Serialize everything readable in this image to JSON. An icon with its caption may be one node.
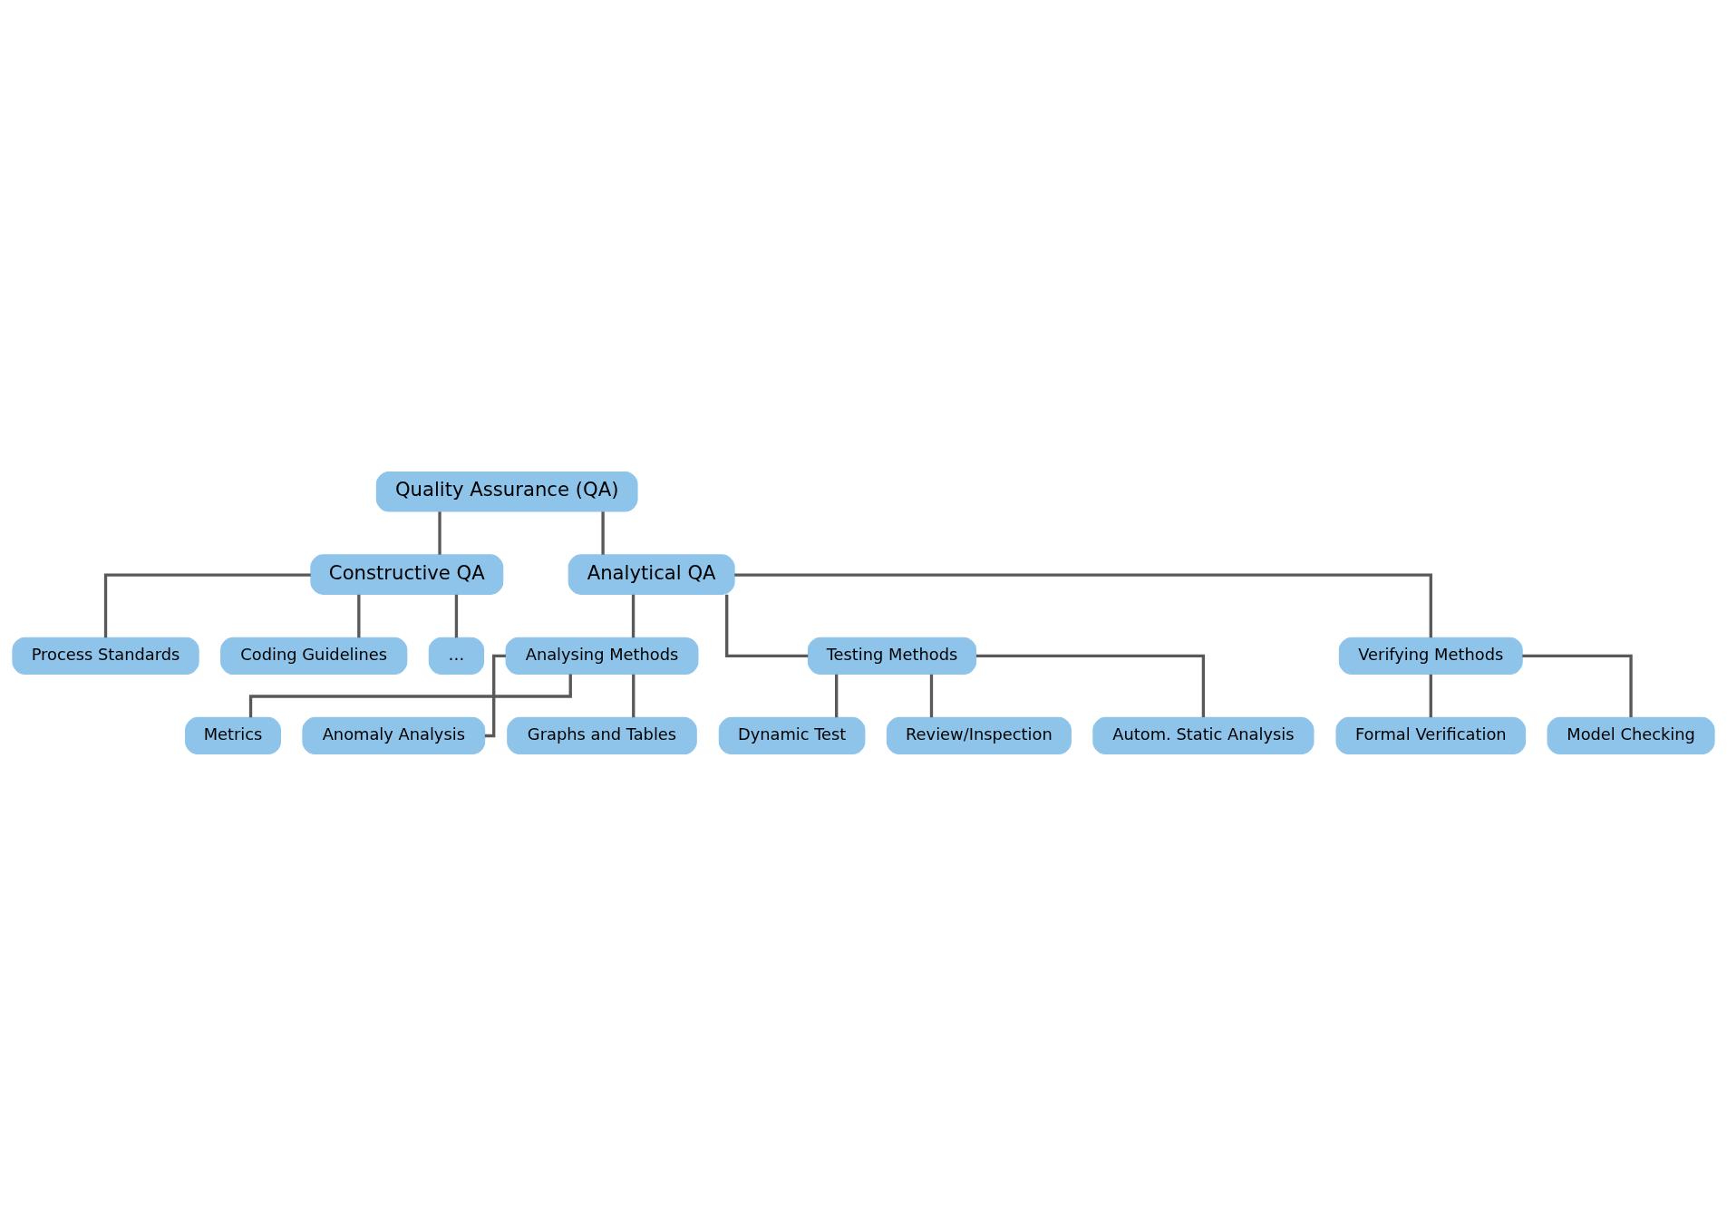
{
  "diagram": {
    "nodes": [
      {
        "text": [
          "Quality Assurance (QA)"
        ]
      },
      {
        "text": [
          "Constructive QA"
        ]
      },
      {
        "text": [
          "Process Standards"
        ]
      },
      {
        "text": [
          "Coding Guidelines"
        ]
      },
      {
        "text": [
          "…"
        ]
      },
      {
        "text": [
          "Analytical QA"
        ]
      },
      {
        "text": [
          "Analysing Methods"
        ]
      },
      {
        "text": [
          "Testing Methods"
        ]
      },
      {
        "text": [
          "Verifying Methods"
        ]
      },
      {
        "text": [
          "Metrics"
        ]
      },
      {
        "text": [
          "Anomaly Analysis"
        ]
      },
      {
        "text": [
          "Graphs and Tables"
        ]
      },
      {
        "text": [
          "Dynamic Test"
        ]
      },
      {
        "text": [
          "Review/Inspection"
        ]
      },
      {
        "text": [
          "Autom. Static Analysis"
        ]
      },
      {
        "text": [
          "Formal Verification"
        ]
      },
      {
        "text": [
          "Model Checking"
        ]
      }
    ],
    "edges": [
      {
        "from": 0,
        "to": 1,
        "arrow": "none"
      },
      {
        "from": 1,
        "to": 2,
        "arrow": "none"
      },
      {
        "from": 1,
        "to": 3,
        "arrow": "none"
      },
      {
        "from": 1,
        "to": 4,
        "arrow": "none"
      },
      {
        "from": 0,
        "to": 5,
        "arrow": "none"
      },
      {
        "from": 5,
        "to": 6,
        "arrow": "none"
      },
      {
        "from": 5,
        "to": 7,
        "arrow": "none"
      },
      {
        "from": 5,
        "to": 8,
        "arrow": "none"
      },
      {
        "from": 6,
        "to": 9,
        "arrow": "none"
      },
      {
        "from": 6,
        "to": 10,
        "arrow": "none"
      },
      {
        "from": 6,
        "to": 11,
        "arrow": "none"
      },
      {
        "from": 7,
        "to": 12,
        "arrow": "none"
      },
      {
        "from": 7,
        "to": 13,
        "arrow": "none"
      },
      {
        "from": 7,
        "to": 14,
        "arrow": "none"
      },
      {
        "from": 8,
        "to": 15,
        "arrow": "none"
      },
      {
        "from": 8,
        "to": 16,
        "arrow": "none"
      }
    ]
  }
}
